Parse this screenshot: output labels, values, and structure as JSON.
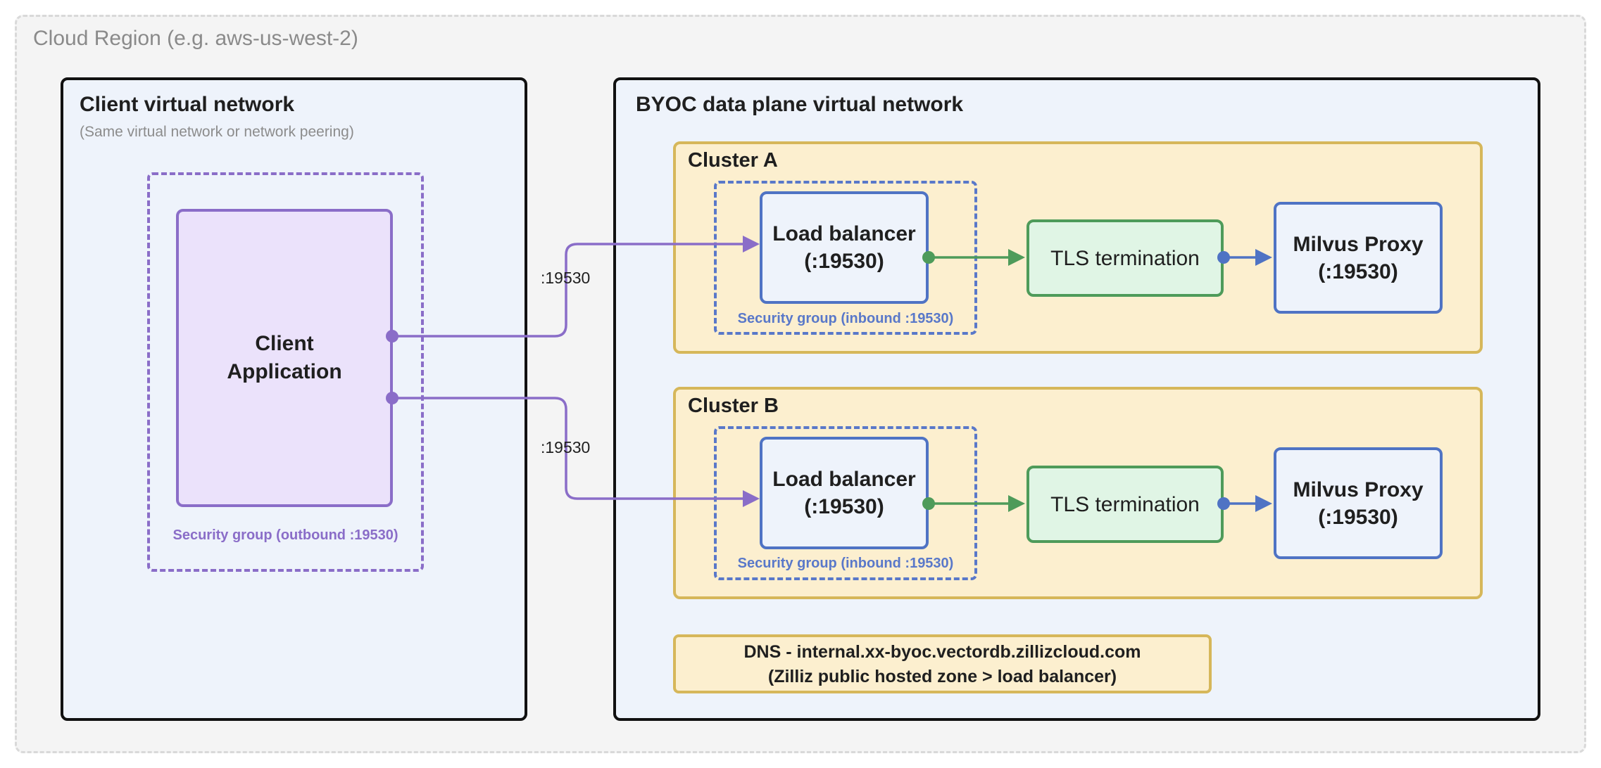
{
  "region": {
    "label": "Cloud Region (e.g. aws-us-west-2)"
  },
  "client_vnet": {
    "title": "Client virtual network",
    "subtitle": "(Same virtual network or network peering)",
    "security_group": "Security group (outbound :19530)",
    "app": "Client Application"
  },
  "byoc_vnet": {
    "title": "BYOC data plane virtual network",
    "clusters": [
      {
        "title": "Cluster A",
        "load_balancer": "Load balancer (:19530)",
        "security_group": "Security group (inbound :19530)",
        "tls": "TLS termination",
        "proxy": "Milvus Proxy (:19530)"
      },
      {
        "title": "Cluster B",
        "load_balancer": "Load balancer (:19530)",
        "security_group": "Security group (inbound :19530)",
        "tls": "TLS termination",
        "proxy": "Milvus Proxy (:19530)"
      }
    ],
    "dns": {
      "line1": "DNS - internal.xx-byoc.vectordb.zillizcloud.com",
      "line2": "(Zilliz public hosted zone > load balancer)"
    }
  },
  "connections": [
    {
      "label": ":19530"
    },
    {
      "label": ":19530"
    }
  ],
  "colors": {
    "purple": "#8a6dc8",
    "blue": "#4f73c4",
    "green": "#4e9b5a",
    "gold": "#d6b75a"
  }
}
